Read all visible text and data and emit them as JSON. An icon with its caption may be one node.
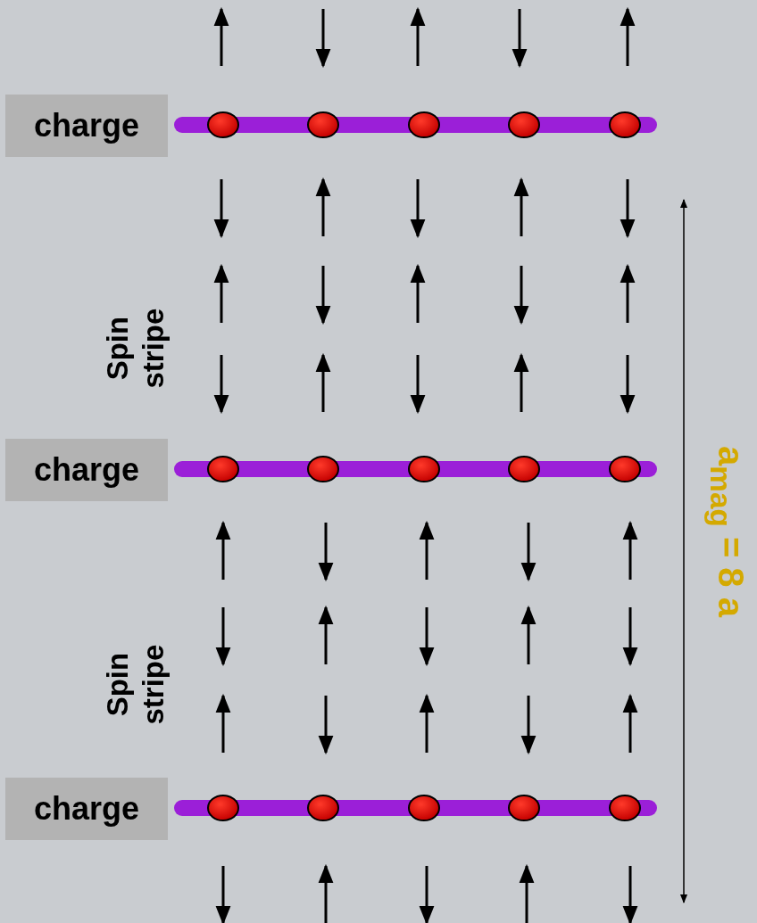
{
  "diagram": {
    "nodes": [
      {
        "text": [
          "charge"
        ]
      },
      {
        "text": [
          "charge"
        ]
      },
      {
        "text": [
          "charge"
        ]
      }
    ],
    "labels": [
      "Spin stripe",
      "Spin stripe",
      "a$_{mag}$ = 8 a"
    ]
  }
}
